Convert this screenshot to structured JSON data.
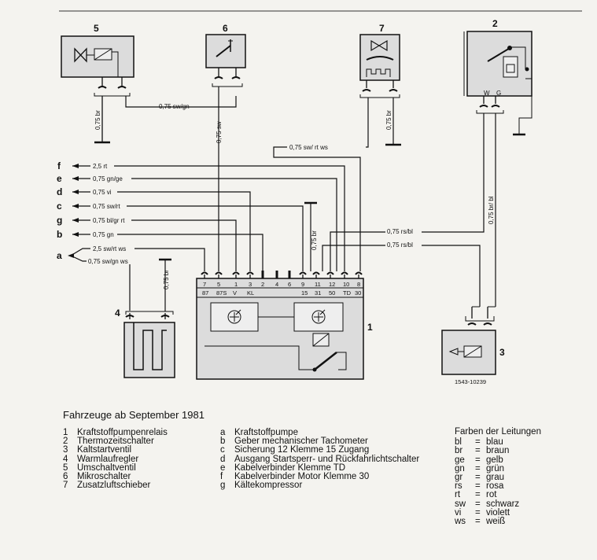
{
  "caption": "Fahrzeuge ab September 1981",
  "figure_number": "1543-10239",
  "components_legend": [
    {
      "key": "1",
      "label": "Kraftstoffpumpenrelais"
    },
    {
      "key": "2",
      "label": "Thermozeitschalter"
    },
    {
      "key": "3",
      "label": "Kaltstartventil"
    },
    {
      "key": "4",
      "label": "Warmlaufregler"
    },
    {
      "key": "5",
      "label": "Umschaltventil"
    },
    {
      "key": "6",
      "label": "Mikroschalter"
    },
    {
      "key": "7",
      "label": "Zusatzluftschieber"
    }
  ],
  "connections_legend": [
    {
      "key": "a",
      "label": "Kraftstoffpumpe"
    },
    {
      "key": "b",
      "label": "Geber mechanischer Tachometer"
    },
    {
      "key": "c",
      "label": "Sicherung 12 Klemme 15 Zugang"
    },
    {
      "key": "d",
      "label": "Ausgang Startsperr- und Rückfahrlichtschalter"
    },
    {
      "key": "e",
      "label": "Kabelverbinder Klemme TD"
    },
    {
      "key": "f",
      "label": "Kabelverbinder Motor Klemme 30"
    },
    {
      "key": "g",
      "label": "Kältekompressor"
    }
  ],
  "colors_legend": {
    "title": "Farben der Leitungen",
    "items": [
      {
        "code": "bl",
        "name": "blau"
      },
      {
        "code": "br",
        "name": "braun"
      },
      {
        "code": "ge",
        "name": "gelb"
      },
      {
        "code": "gn",
        "name": "grün"
      },
      {
        "code": "gr",
        "name": "grau"
      },
      {
        "code": "rs",
        "name": "rosa"
      },
      {
        "code": "rt",
        "name": "rot"
      },
      {
        "code": "sw",
        "name": "schwarz"
      },
      {
        "code": "vi",
        "name": "violett"
      },
      {
        "code": "ws",
        "name": "weiß"
      }
    ]
  },
  "component_numbers": {
    "c1": "1",
    "c2": "2",
    "c3": "3",
    "c4": "4",
    "c5": "5",
    "c6": "6",
    "c7": "7"
  },
  "relay_pins": [
    "7",
    "5",
    "1",
    "3",
    "2",
    "4",
    "6",
    "9",
    "11",
    "12",
    "10",
    "8"
  ],
  "relay_terminals": [
    "87",
    "87S",
    "V",
    "KL",
    "15",
    "31",
    "50",
    "TD",
    "30"
  ],
  "wire_letters": [
    "f",
    "e",
    "d",
    "c",
    "g",
    "b",
    "a"
  ],
  "wire_labels": {
    "f": "2,5 rt",
    "e": "0,75 gn/ge",
    "d": "0,75 vi",
    "c": "0,75 sw/rt",
    "g": "0,75 bl/gr rt",
    "b": "0,75 gn",
    "a1": "2,5 sw/rt ws",
    "a2": "0,75 sw/gn ws",
    "sw_gn": "0,75 sw/gn",
    "sw6": "0,75 sw",
    "br5": "0,75 br",
    "br7": "0,75 br",
    "swrtws": "0,75 sw/ rt ws",
    "blbl": "0,75 br/ bl",
    "rsbl1": "0,75 rs/bl",
    "rsbl2": "0,75 rs/bl",
    "br_mid": "0,75 br",
    "br4": "0,75 br",
    "c2_W": "W",
    "c2_G": "G"
  }
}
